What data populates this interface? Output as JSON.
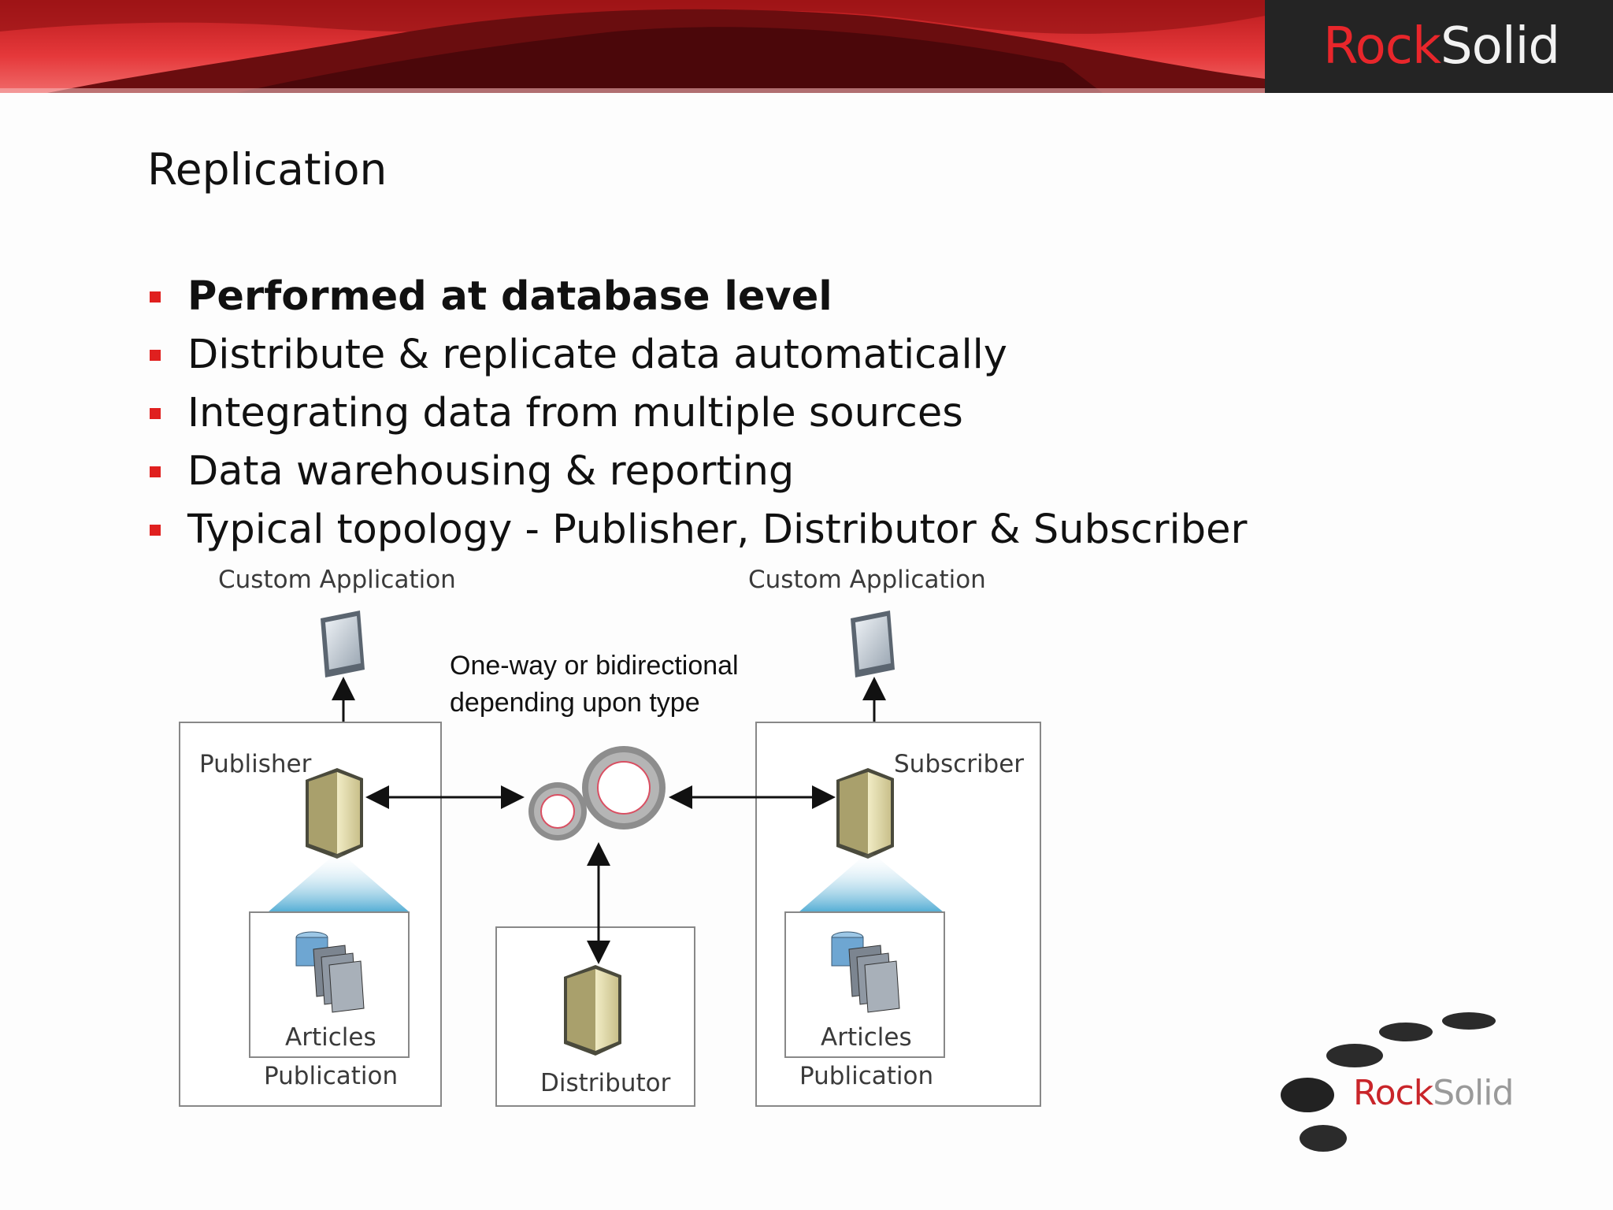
{
  "header": {
    "brand_rock": "Rock",
    "brand_solid": "Solid"
  },
  "slide": {
    "title": "Replication",
    "bullets": [
      "Performed at database level",
      "Distribute & replicate data automatically",
      "Integrating data from multiple sources",
      "Data warehousing & reporting",
      "Typical topology - Publisher, Distributor & Subscriber"
    ]
  },
  "diagram": {
    "left_app_label": "Custom Application",
    "right_app_label": "Custom Application",
    "note_line1": "One-way or bidirectional",
    "note_line2": "depending upon type",
    "publisher_label": "Publisher",
    "subscriber_label": "Subscriber",
    "left_articles_label": "Articles",
    "left_publication_label": "Publication",
    "right_articles_label": "Articles",
    "right_publication_label": "Publication",
    "distributor_label": "Distributor"
  },
  "footer": {
    "brand_rock": "Rock",
    "brand_solid": "Solid"
  },
  "colors": {
    "accent_red": "#e0201f",
    "banner_dark": "#242424"
  }
}
